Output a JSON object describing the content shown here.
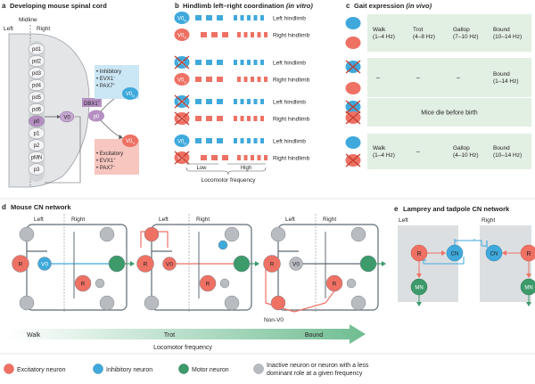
{
  "panel_a": {
    "letter": "a",
    "title": "Developing mouse spinal cord",
    "midline": "Midline",
    "left": "Left",
    "right": "Right",
    "domains": [
      "pd1",
      "pd2",
      "pd3",
      "pd4",
      "pd5",
      "pd6",
      "p0",
      "p1",
      "p2",
      "pMN",
      "p3"
    ],
    "v0_label": "V0",
    "p0_label": "p0",
    "dbx1": "DBX1",
    "dbx1_sup": "+",
    "v0d_sub": "D",
    "v0v_sub": "V",
    "v0d_props": [
      "• Inhibitory",
      "• EVX1",
      "• PAX7"
    ],
    "v0d_sups": [
      "",
      "−",
      "+"
    ],
    "v0v_props": [
      "• Excitatory",
      "• EVX1",
      "• PAX7"
    ],
    "v0v_sups": [
      "",
      "+",
      "−"
    ]
  },
  "panel_b": {
    "letter": "b",
    "title": "Hindlimb left–right coordination",
    "title_em": "(in vitro)",
    "left_hindlimb": "Left hindlimb",
    "right_hindlimb": "Right hindlimb",
    "low": "Low",
    "high": "High",
    "axis_label": "Locomotor frequency"
  },
  "panel_c": {
    "letter": "c",
    "title": "Gait expression",
    "title_em": "(in vivo)",
    "rows": [
      [
        [
          "Walk",
          "(1–4 Hz)"
        ],
        [
          "Trot",
          "(4–8 Hz)"
        ],
        [
          "Gallop",
          "(7–10 Hz)"
        ],
        [
          "Bound",
          "(10–14 Hz)"
        ]
      ],
      [
        [
          "–"
        ],
        [
          "–"
        ],
        [
          "–"
        ],
        [
          "Bound",
          "(1–14 Hz)"
        ]
      ],
      [
        [
          "Mice die before birth"
        ]
      ],
      [
        [
          "Walk",
          "(1–4 Hz)"
        ],
        [
          "–"
        ],
        [
          "Gallop",
          "(4–10 Hz)"
        ],
        [
          "Bound",
          "(10–14 Hz)"
        ]
      ]
    ]
  },
  "panel_d": {
    "letter": "d",
    "title": "Mouse CN network",
    "left": "Left",
    "right": "Right",
    "r_label": "R",
    "v0": "V0",
    "non_v0": "Non-V0",
    "walk": "Walk",
    "trot": "Trot",
    "bound": "Bound",
    "axis_label": "Locomotor frequency"
  },
  "panel_e": {
    "letter": "e",
    "title": "Lamprey and tadpole CN network",
    "left": "Left",
    "right": "Right",
    "r_label": "R",
    "cn_label": "CN",
    "mn_label": "MN"
  },
  "legend": {
    "excitatory": "Excitatory neuron",
    "inhibitory": "Inhibitory neuron",
    "motor": "Motor neuron",
    "inactive_1": "Inactive neuron or neuron with a less",
    "inactive_2": "dominant role at a given frequency"
  },
  "colors": {
    "excitatory": "#ee7164",
    "inhibitory": "#3fa9dc",
    "motor": "#3c9a6b",
    "inactive": "#b8bcc0",
    "network_line": "#5f6b75",
    "box_blue": "#cbe6f4",
    "box_pink": "#f6c6bf",
    "gray_panel": "#dcdfe1",
    "green_row": "#e2efe3",
    "purple": "#b58fc2"
  }
}
